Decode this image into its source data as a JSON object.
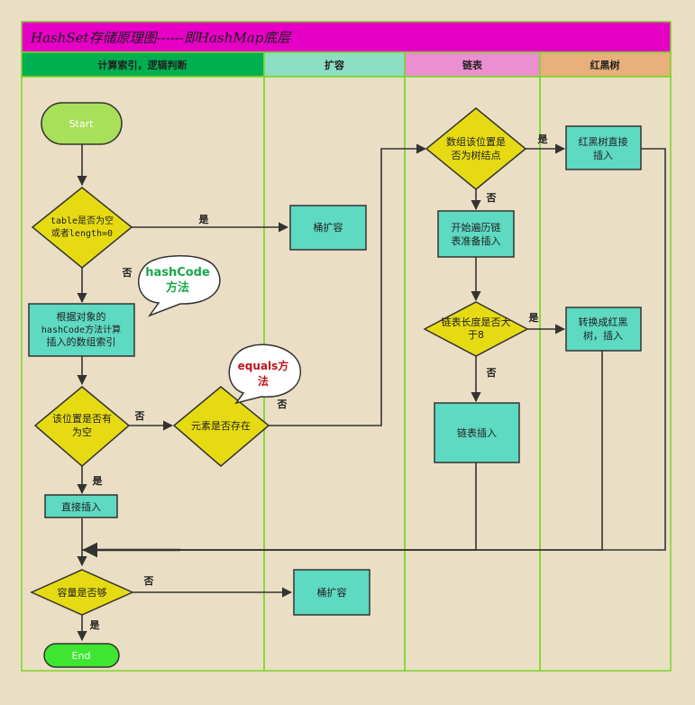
{
  "title": "HashSet存储原理图------即HashMap底层",
  "lanes": [
    {
      "label": "计算索引，逻辑判断",
      "color": "#00b050"
    },
    {
      "label": "扩容",
      "color": "#8ddfc4"
    },
    {
      "label": "链表",
      "color": "#ec8fd0"
    },
    {
      "label": "红黑树",
      "color": "#e8b07a"
    }
  ],
  "colors": {
    "title_bg": "#e600c6",
    "lane_border": "#7dd42a",
    "decision": "#e6db12",
    "process": "#5ed9c2",
    "start": "#a8e05a",
    "end": "#3ee632"
  },
  "nodes": {
    "start": "Start",
    "d_table": [
      "table是否为空",
      "或者length=0"
    ],
    "p_resize1": "桶扩容",
    "p_index": [
      "根据对象的",
      "hashCode方法计算",
      "插入的数组索引"
    ],
    "bubble_hash": [
      "hashCode",
      "方法"
    ],
    "d_pos_empty": [
      "该位置是否有",
      "为空"
    ],
    "d_elem_exists": "元素是否存在",
    "bubble_equals": [
      "equals方",
      "法"
    ],
    "p_direct": "直接插入",
    "d_capacity": "容量是否够",
    "p_resize2": "桶扩容",
    "end": "End",
    "d_tree_node": [
      "数组该位置是",
      "否为树结点"
    ],
    "p_traverse": [
      "开始遍历链",
      "表准备插入"
    ],
    "d_len8": [
      "链表长度是否大",
      "于8"
    ],
    "p_list_insert": "链表插入",
    "p_tree_insert": [
      "红黑树直接",
      "插入"
    ],
    "p_convert": [
      "转换成红黑",
      "树，插入"
    ]
  },
  "edge_labels": {
    "yes": "是",
    "no": "否"
  }
}
